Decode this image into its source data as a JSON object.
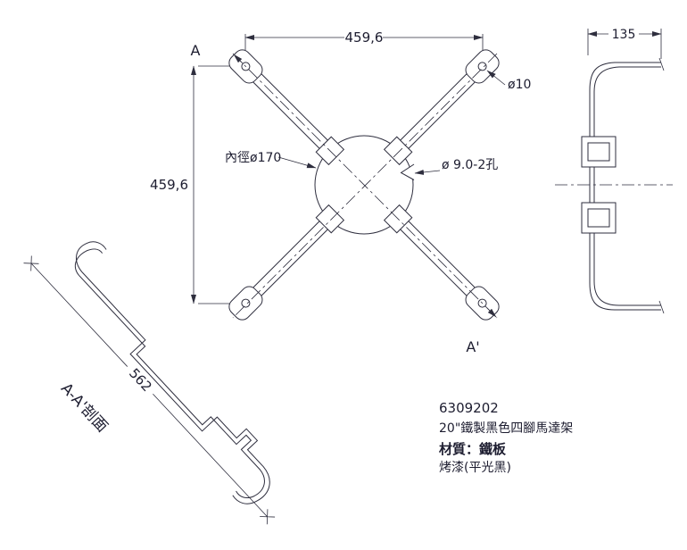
{
  "front_view": {
    "dim_width": "459,6",
    "dim_height": "459,6",
    "hole_label": "ø10",
    "inner_dia_label": "內徑ø170",
    "pair_hole_label": "ø 9.0-2孔",
    "cut_start": "A",
    "cut_end": "A'"
  },
  "side_view": {
    "dim_depth": "135"
  },
  "section_view": {
    "dim_length": "562",
    "title": "A-A'剖面"
  },
  "title_block": {
    "part_no": "6309202",
    "description": "20\"鐵製黑色四腳馬達架",
    "material": "材質：鐵板",
    "finish": "烤漆(平光黑)"
  },
  "colors": {
    "line": "#2e2e3e",
    "text": "#1d1d30",
    "background": "#ffffff"
  }
}
